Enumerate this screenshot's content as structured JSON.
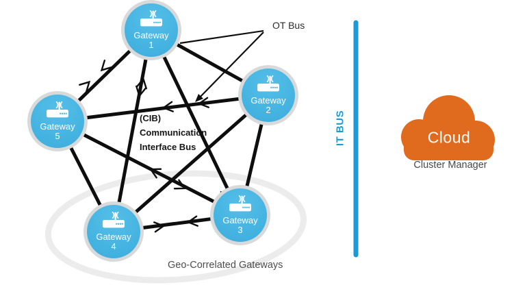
{
  "diagram": {
    "gateways": [
      {
        "label": "Gateway",
        "number": "1"
      },
      {
        "label": "Gateway",
        "number": "2"
      },
      {
        "label": "Gateway",
        "number": "3"
      },
      {
        "label": "Gateway",
        "number": "4"
      },
      {
        "label": "Gateway",
        "number": "5"
      }
    ],
    "cib_label": {
      "line1": "(CIB)",
      "line2": "Communication",
      "line3": "Interface Bus"
    },
    "ot_bus_label": "OT Bus",
    "it_bus_label": "IT BUS",
    "geo_label": "Geo-Correlated Gateways",
    "cloud": {
      "label": "Cloud",
      "caption": "Cluster Manager"
    },
    "colors": {
      "gateway_blue": "#45B4E1",
      "gateway_ring": "#D8D9DA",
      "it_bus_blue": "#1C9AD6",
      "cloud_orange": "#E06B1E",
      "mesh_line": "#0E0E0E",
      "geo_ellipse": "#ECECEC"
    },
    "icons": {
      "router-icon": "wireless router glyph inside each gateway node",
      "cloud-icon": "orange cloud shape",
      "flow-arrow-chevron": "open chevron direction marker on mesh lines"
    }
  }
}
